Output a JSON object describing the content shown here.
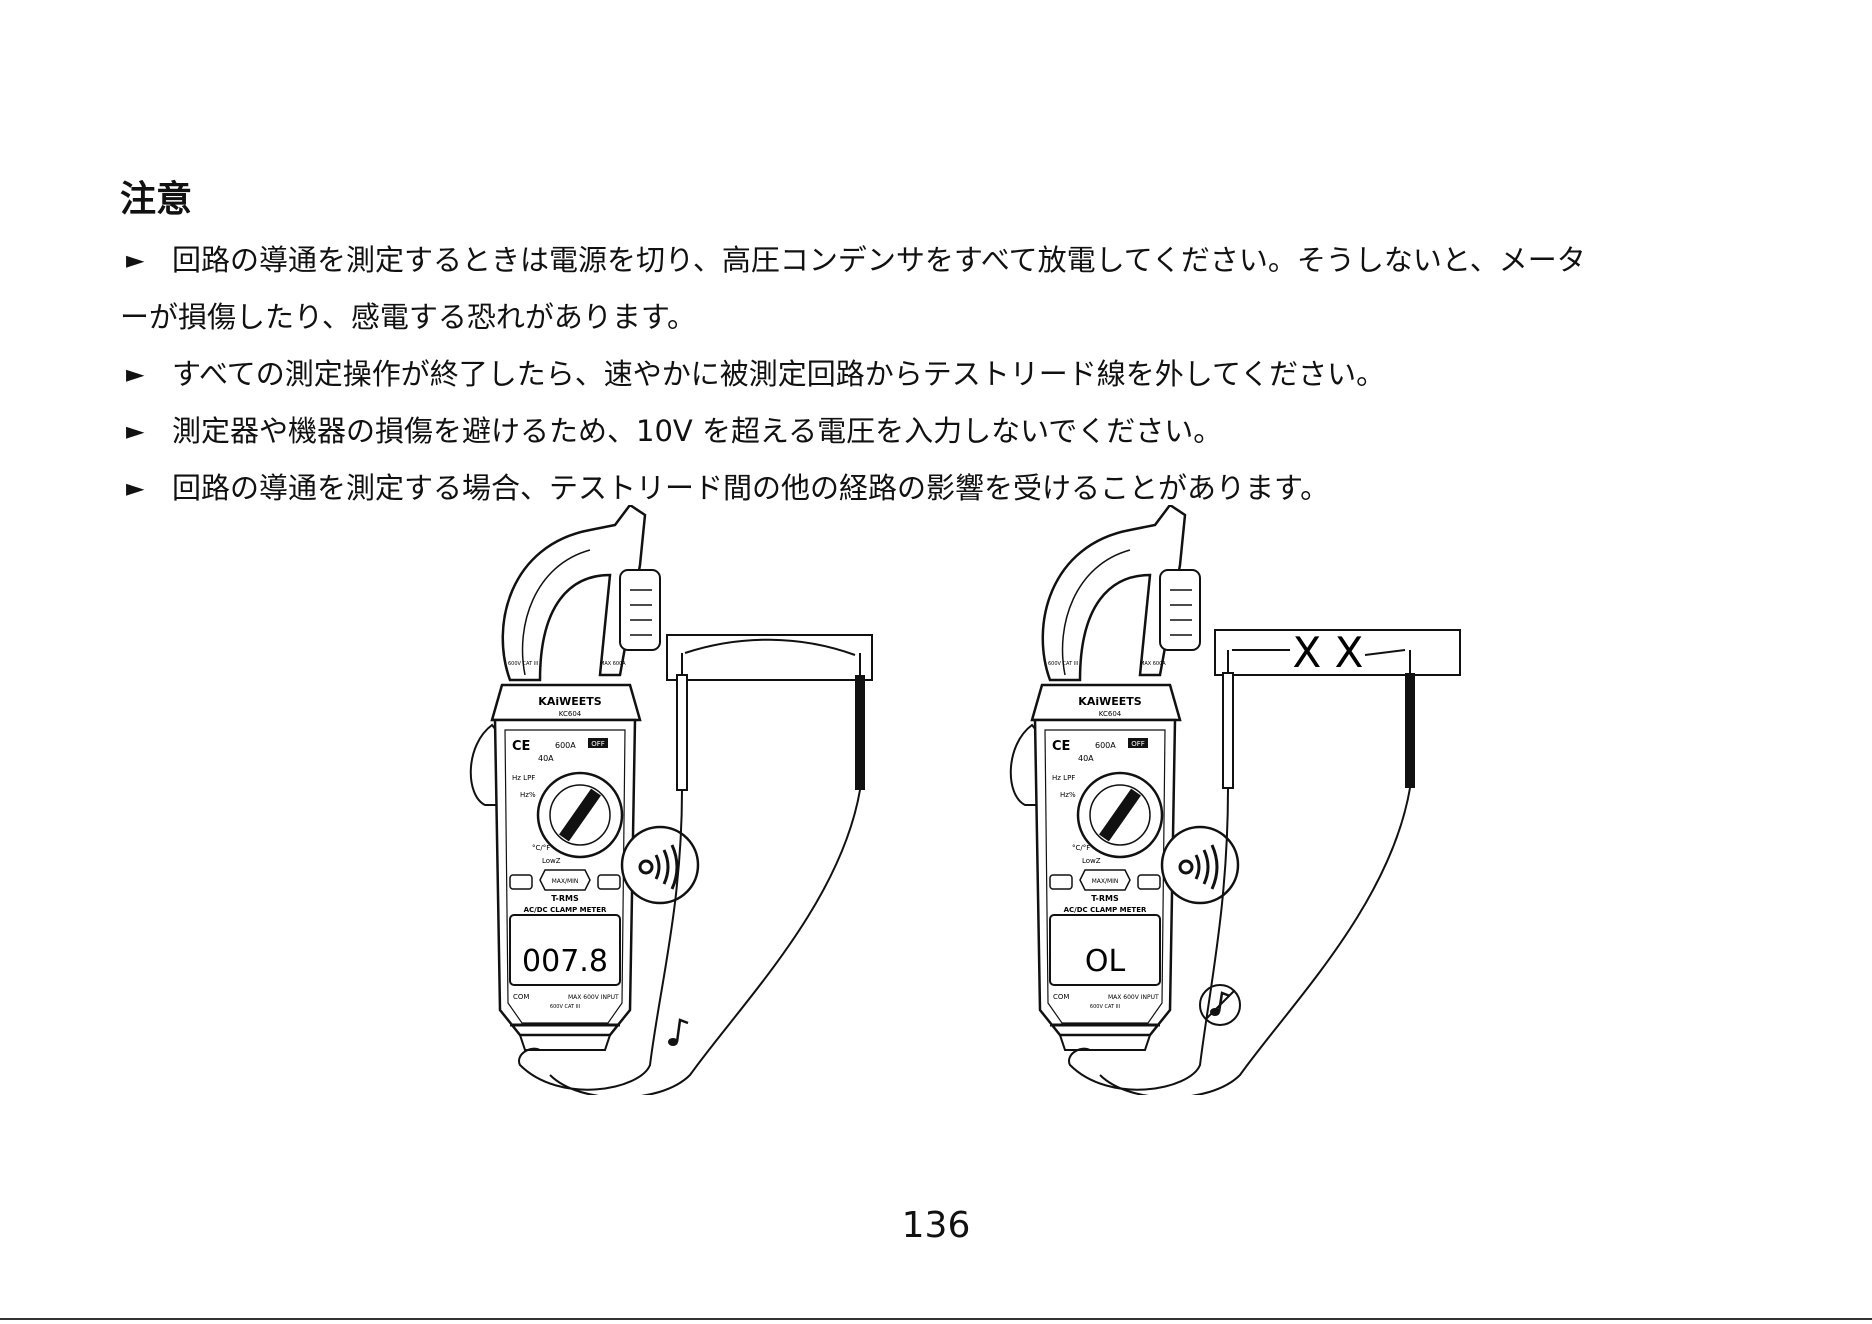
{
  "heading": "注意",
  "bullet_marker": "►",
  "bullets": [
    "回路の導通を測定するときは電源を切り、高圧コンデンサをすべて放電してください。そうしないと、メータ",
    "すべての測定操作が終了したら、速やかに被測定回路からテストリード線を外してください。",
    "測定器や機器の損傷を避けるため、10V を超える電圧を入力しないでください。",
    "回路の導通を測定する場合、テストリード間の他の経路の影響を受けることがあります。"
  ],
  "bullet1_continuation": "ーが損傷したり、感電する恐れがあります。",
  "meter_left": {
    "brand": "KAiWEETS",
    "model": "KC604",
    "ce": "CE",
    "range_600": "600A",
    "range_40": "40A",
    "off": "OFF",
    "hz_lpf": "Hz LPF",
    "hz_pct": "Hz%",
    "temp": "°C/°F",
    "lowz": "LowZ",
    "maxmin": "MAX/MIN",
    "trms": "T-RMS",
    "title": "AC/DC CLAMP METER",
    "reading": "007.8",
    "com": "COM",
    "input": "MAX 600V INPUT",
    "cat": "600V CAT III",
    "warn_left": "600V CAT III",
    "warn_right": "MAX 600A"
  },
  "meter_right": {
    "brand": "KAiWEETS",
    "model": "KC604",
    "ce": "CE",
    "range_600": "600A",
    "range_40": "40A",
    "off": "OFF",
    "hz_lpf": "Hz LPF",
    "hz_pct": "Hz%",
    "temp": "°C/°F",
    "lowz": "LowZ",
    "maxmin": "MAX/MIN",
    "trms": "T-RMS",
    "title": "AC/DC CLAMP METER",
    "reading": "OL",
    "com": "COM",
    "input": "MAX 600V INPUT",
    "cat": "600V CAT III",
    "warn_left": "600V CAT III",
    "warn_right": "MAX 600A"
  },
  "break_marks": "X X",
  "page_number": "136"
}
